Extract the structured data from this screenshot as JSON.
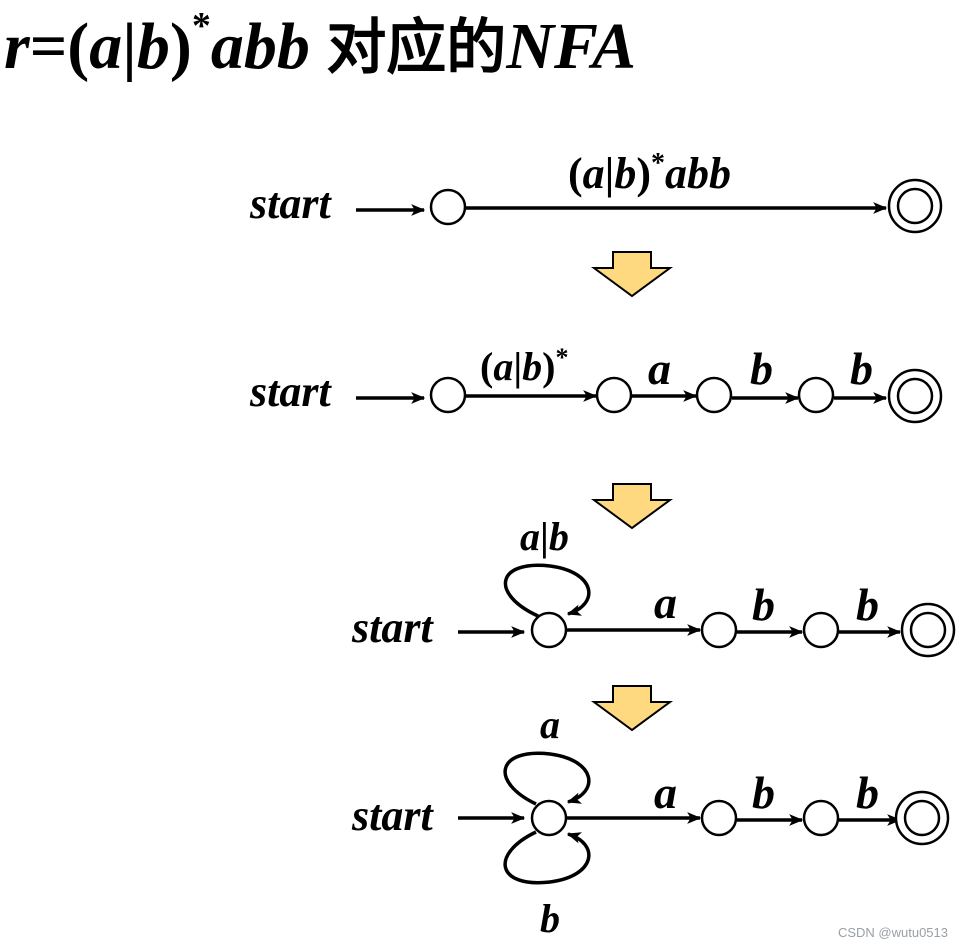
{
  "title": {
    "r": "r",
    "eq": "=(",
    "a": "a",
    "bar": "|",
    "b": "b",
    "close": ")",
    "star": "*",
    "abb": "abb",
    "cn": "对应的",
    "nfa": "NFA"
  },
  "labels": {
    "start": "start",
    "regex_full_open": "(",
    "regex_a": "a",
    "regex_bar": "|",
    "regex_b": "b",
    "regex_close": ")",
    "regex_star": "*",
    "regex_abb": "abb",
    "sym_a": "a",
    "sym_b": "b",
    "a_or_b": "a|b"
  },
  "watermark": "CSDN @wutu0513"
}
